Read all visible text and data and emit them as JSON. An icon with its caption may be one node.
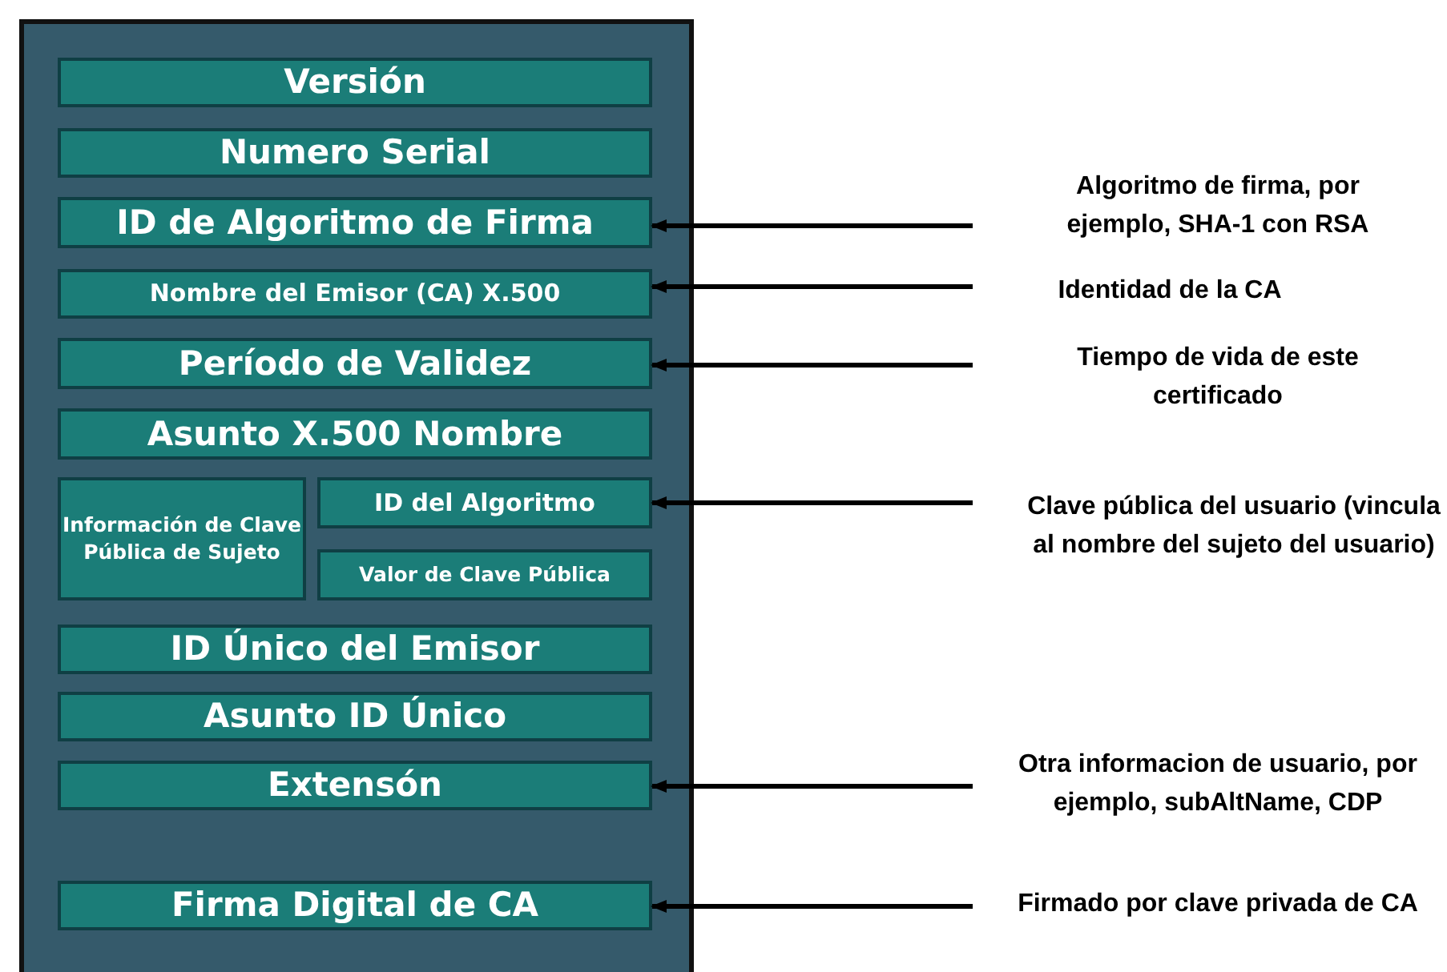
{
  "diagram": {
    "nodes": [
      {
        "text": [],
        "shape": "box"
      },
      {
        "text": [
          "Versión"
        ],
        "in": 0
      },
      {
        "text": [
          "Numero Serial"
        ],
        "in": 0
      },
      {
        "text": [
          "ID de Algoritmo de Firma"
        ],
        "in": 0
      },
      {
        "text": [
          "Nombre del Emisor (CA) X.500"
        ],
        "in": 0
      },
      {
        "text": [
          "Período de Validez"
        ],
        "in": 0
      },
      {
        "text": [
          "Asunto X.500 Nombre"
        ],
        "in": 0
      },
      {
        "text": [
          "Información de Clave Pública de Sujeto"
        ],
        "in": 0
      },
      {
        "text": [
          "ID del Algoritmo"
        ],
        "in": 0
      },
      {
        "text": [
          "Valor de Clave Pública"
        ],
        "in": 0
      },
      {
        "text": [
          "ID Único del Emisor"
        ],
        "in": 0
      },
      {
        "text": [
          "Asunto ID Único"
        ],
        "in": 0
      },
      {
        "text": [
          "Extensón"
        ],
        "in": 0
      },
      {
        "text": [
          "Firma Digital de CA"
        ],
        "in": 0
      },
      {
        "text": [
          "Algoritmo de firma, por ejemplo, SHA-1 con RSA"
        ]
      },
      {
        "text": [
          "Identidad de la CA"
        ]
      },
      {
        "text": [
          "Tiempo de vida de este certificado"
        ]
      },
      {
        "text": [
          "Clave pública del usuario (vincula al nombre del sujeto del usuario)"
        ]
      },
      {
        "text": [
          "Otra informacion de usuario, por ejemplo, subAltName, CDP"
        ]
      },
      {
        "text": [
          "Firmado por clave privada de CA"
        ]
      }
    ],
    "edges": [
      {
        "from": 14,
        "to": 3,
        "arrow": "to"
      },
      {
        "from": 15,
        "to": 4,
        "arrow": "to"
      },
      {
        "from": 16,
        "to": 5,
        "arrow": "to"
      },
      {
        "from": 17,
        "to": 8,
        "arrow": "to"
      },
      {
        "from": 18,
        "to": 12,
        "arrow": "to"
      },
      {
        "from": 19,
        "to": 13,
        "arrow": "to"
      }
    ]
  }
}
